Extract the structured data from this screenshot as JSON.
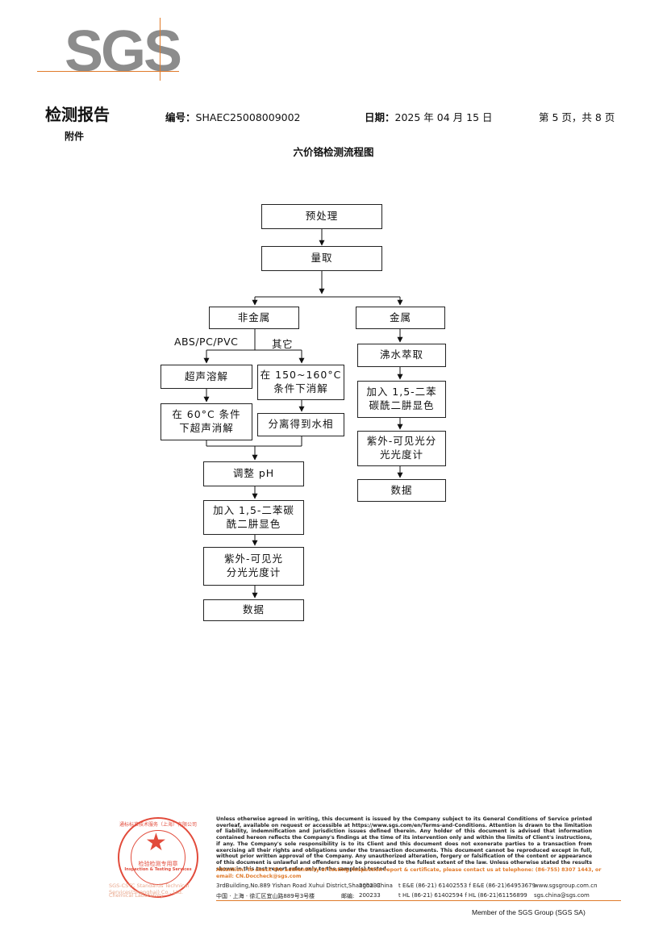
{
  "header": {
    "logo": "SGS",
    "doc_title": "检测报告",
    "appendix": "附件",
    "number_label": "编号：",
    "number_value": "SHAEC25008009002",
    "date_label": "日期：",
    "date_value": "2025 年 04 月 15 日",
    "page_info": "第 5 页，共 8 页"
  },
  "chart_title": "六价铬检测流程图",
  "flow": {
    "pretreat": "预处理",
    "measure": "量取",
    "nonmetal": "非金属",
    "metal": "金属",
    "abs_label": "ABS/PC/PVC",
    "other_label": "其它",
    "ultrasonic_dissolve": "超声溶解",
    "ultrasonic_60_l1": "在 60°C 条件",
    "ultrasonic_60_l2": "下超声消解",
    "digest_150_l1": "在 150~160°C",
    "digest_150_l2": "条件下消解",
    "separate": "分离得到水相",
    "adjust_ph": "调整 pH",
    "add_dpc_l1": "加入 1,5-二苯碳",
    "add_dpc_l2": "酰二肼显色",
    "uv_l1": "紫外-可见光",
    "uv_l2": "分光光度计",
    "data": "数据",
    "boil_extract": "沸水萃取",
    "m_add_dpc_l1": "加入 1,5-二苯",
    "m_add_dpc_l2": "碳酰二肼显色",
    "m_uv_l1": "紫外-可见光分",
    "m_uv_l2": "光光度计",
    "m_data": "数据"
  },
  "footer": {
    "disclaimer": "Unless otherwise agreed in writing, this document is issued by the Company subject to its General Conditions of Service printed overleaf, available on request or accessible at https://www.sgs.com/en/Terms-and-Conditions. Attention is drawn to the limitation of liability, indemnification and jurisdiction issues defined therein. Any holder of this document is advised that information contained hereon reflects the Company's findings at the time of its intervention only and within the limits of Client's instructions, if any. The Company's sole responsibility is to its Client and this document does not exonerate parties to a transaction from exercising all their rights and obligations under the transaction documents. This document cannot be reproduced except in full, without prior written approval of the Company. Any unauthorized alteration, forgery or falsification of the content or appearance of this document is unlawful and offenders may be prosecuted to the fullest extent of the law. Unless otherwise stated the results shown in this test report refer only to the sample(s) tested.",
    "attention": "Attention: To check the authenticity of testing /inspection report & certificate, please contact us at telephone: (86-755) 8307 1443, or email: CN.Doccheck@sgs.com",
    "address_en": "3rdBuilding,No.889 Yishan Road Xuhui District,Shanghai China",
    "postcode_en": "200233",
    "phone_en": "t E&E (86-21) 61402553  f E&E (86-21)64953679",
    "web_en": "www.sgsgroup.com.cn",
    "address_cn": "中国 · 上海 · 徐汇区宜山路889号3号楼",
    "postcode_cn_label": "邮编:",
    "postcode_cn": "200233",
    "phone_cn": "t HL (86-21) 61402594  f HL (86-21)61156899",
    "web_cn": "sgs.china@sgs.com",
    "company_faded_1": "SGS-CSTC Standards Technical Services(Shanghai) Co., Ltd.",
    "company_faded_2": "Chemical Laboratory",
    "stamp_top": "通标标准技术服务（上海）有限公司",
    "stamp_mid": "检验检测专用章",
    "stamp_en": "Inspection & Testing Services",
    "member": "Member of the SGS Group (SGS SA)"
  },
  "colors": {
    "accent": "#e07a2a",
    "logo_gray": "#8c8c8c",
    "stamp_red": "#e24b3b"
  }
}
